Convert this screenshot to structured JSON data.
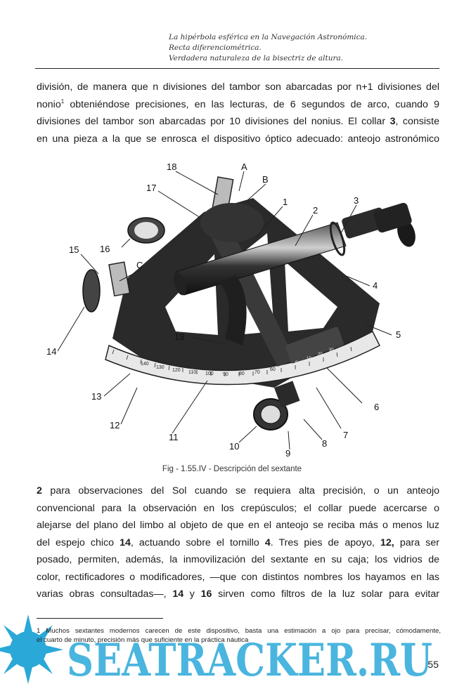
{
  "header": {
    "lines": [
      "La hipérbola esférica en la Navegación Astronómica.",
      "Recta diferenciométrica.",
      "Verdadera naturaleza de la bisectriz de altura."
    ]
  },
  "paragraph1": {
    "l1": "división, de manera que n divisiones del tambor son abarcadas por n+1 divisiones del",
    "l2a": "nonio",
    "l2sup": "1",
    "l2b": " obteniéndose precisiones, en las lecturas, de 6 segundos de arco, cuando 9",
    "l3": "divisiones del tambor son abarcadas por 10 divisiones del nonius. El collar",
    "l3num": "3",
    "l3b": ", consiste",
    "l4": "en una pieza a la que se enrosca el dispositivo óptico adecuado: anteojo astronómico"
  },
  "figure": {
    "caption": "Fig - 1.55.IV - Descripción del sextante",
    "labels": [
      "18",
      "A",
      "B",
      "17",
      "1",
      "2",
      "3",
      "16",
      "15",
      "C",
      "4",
      "5",
      "19",
      "14",
      "6",
      "13",
      "12",
      "7",
      "11",
      "10",
      "9",
      "8"
    ],
    "scale_ticks": [
      "140",
      "130",
      "120",
      "110",
      "100",
      "90",
      "80",
      "70",
      "60"
    ],
    "micro_ticks": [
      "0",
      "10",
      "20",
      "30"
    ]
  },
  "paragraph2": {
    "l1num": "2",
    "l1": " para observaciones del Sol cuando se requiera alta precisión, o un anteojo",
    "l2": "convencional para la observación en los crepúsculos; el collar puede acercarse o",
    "l3": "alejarse del plano del limbo al objeto de que en el anteojo se reciba más o menos luz",
    "l4a": "del espejo chico ",
    "l4num1": "14",
    "l4b": ", actuando sobre el tornillo ",
    "l4num2": "4",
    "l4c": ". Tres pies de apoyo, ",
    "l4num3": "12,",
    "l4d": " para ser",
    "l5": "posado, permiten, además, la inmovilización del sextante en su caja; los vidrios de",
    "l6": "color, rectificadores o modificadores, —que con distintos nombres los hayamos en las",
    "l7a": "varias obras consultadas—, ",
    "l7num1": "14",
    "l7b": " y ",
    "l7num2": "16",
    "l7c": " sirven como filtros de la luz solar para evitar"
  },
  "footnote": {
    "l1": "1 Muchos sextantes modernos carecen de este dispositivo, basta una estimación a ojo para precisar, cómodamente,",
    "l2": "el cuarto de minuto, precisión más que suficiente en la práctica náutica"
  },
  "watermark": {
    "text": "SEATRACKER.RU",
    "color": "#2aa8d8"
  },
  "page_number": "55"
}
